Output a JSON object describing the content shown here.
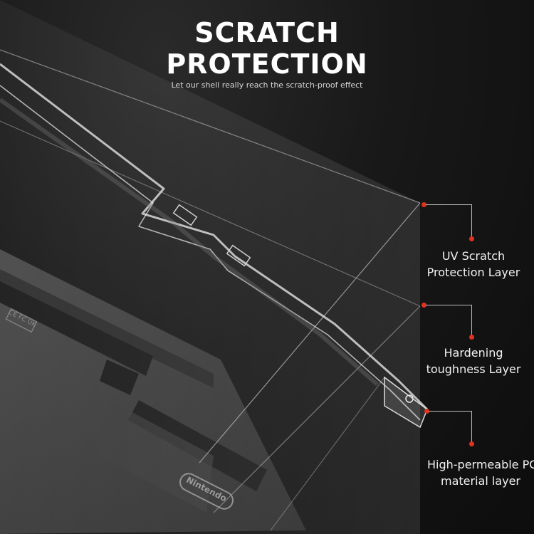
{
  "headline": {
    "line1": "SCRATCH",
    "line2": "PROTECTION",
    "subtitle": "Let our shell really reach the scratch-proof effect"
  },
  "layers": [
    {
      "line1": "UV Scratch",
      "line2": "Protection Layer"
    },
    {
      "line1": "Hardening",
      "line2": "toughness Layer"
    },
    {
      "line1": "High-permeable PC",
      "line2": "material layer"
    }
  ],
  "device_markings": {
    "logo": "Nintendo",
    "regulatory": "CE FC UK"
  },
  "colors": {
    "accent_dot": "#e0321e",
    "background": "#121212",
    "text": "#ffffff"
  }
}
